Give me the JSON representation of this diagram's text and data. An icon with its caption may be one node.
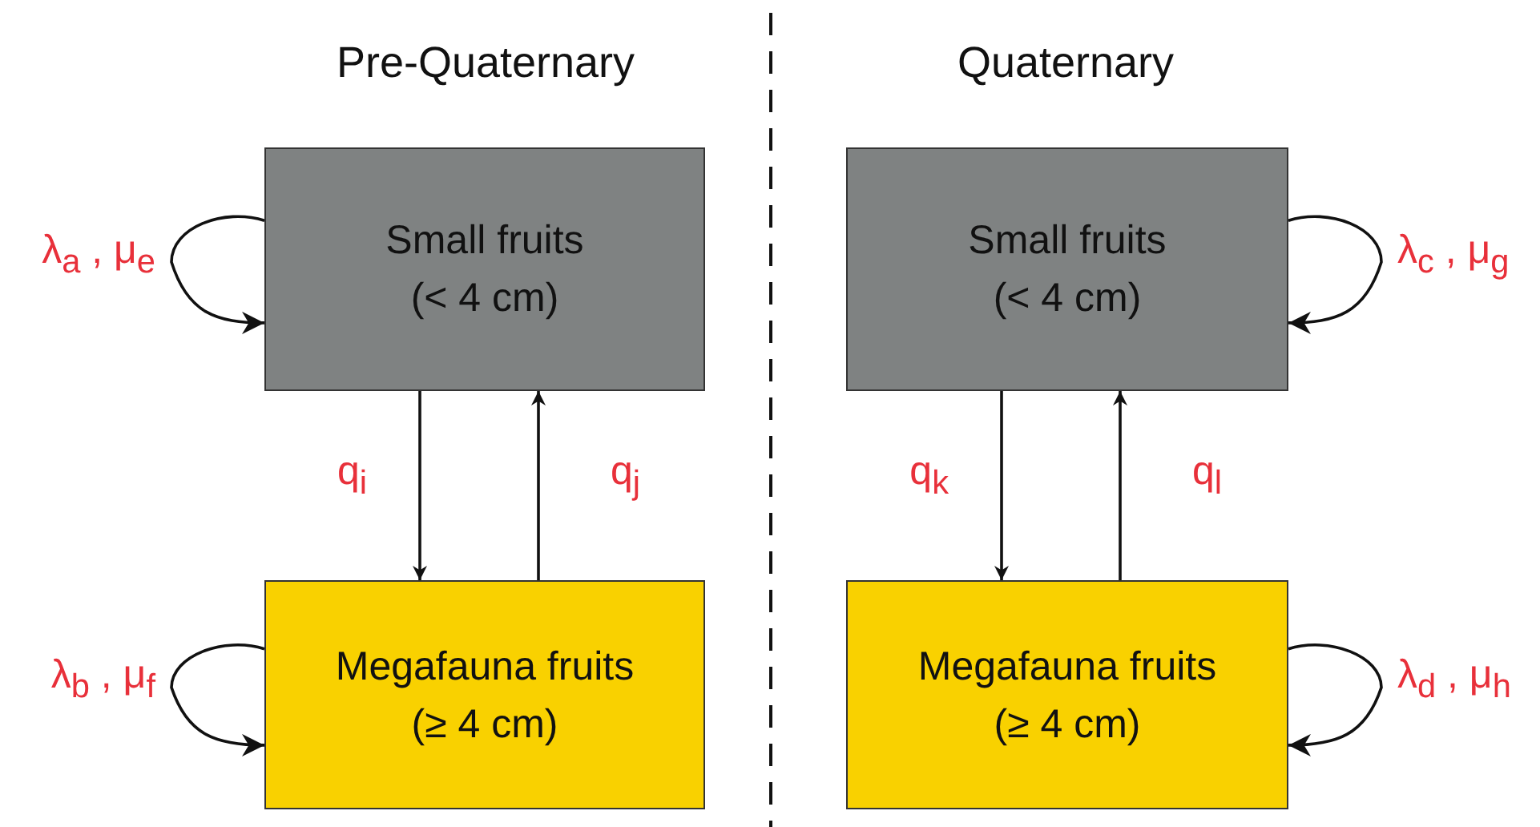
{
  "diagram": {
    "nodes": [
      {
        "text": [
          "Small fruits",
          "(< 4 cm)"
        ]
      },
      {
        "text": [
          "Megafauna fruits",
          "(≥ 4 cm)"
        ]
      },
      {
        "text": [
          "Small fruits",
          "(< 4 cm)"
        ]
      },
      {
        "text": [
          "Megafauna fruits",
          "(≥ 4 cm)"
        ]
      }
    ],
    "edges": [
      {
        "from": 0,
        "to": 0,
        "arrow": "to",
        "label": "λ$_{a}$ , μ$_{e}$"
      },
      {
        "from": 0,
        "to": 1,
        "arrow": "to",
        "label": "q$_{i}$"
      },
      {
        "from": 1,
        "to": 0,
        "arrow": "to",
        "label": "q$_{j}$"
      },
      {
        "from": 1,
        "to": 1,
        "arrow": "to",
        "label": "λ$_{b}$ , μ$_{f}$"
      },
      {
        "from": 2,
        "to": 2,
        "arrow": "to",
        "label": "λ$_{c}$ , μ$_{g}$"
      },
      {
        "from": 2,
        "to": 3,
        "arrow": "to",
        "label": "q$_{k}$"
      },
      {
        "from": 3,
        "to": 2,
        "arrow": "to",
        "label": "q$_{l}$"
      },
      {
        "from": 3,
        "to": 3,
        "arrow": "to",
        "label": "λ$_{d}$ , μ$_{h}$"
      }
    ],
    "labels": [
      "Pre-Quaternary",
      "Quaternary"
    ]
  }
}
